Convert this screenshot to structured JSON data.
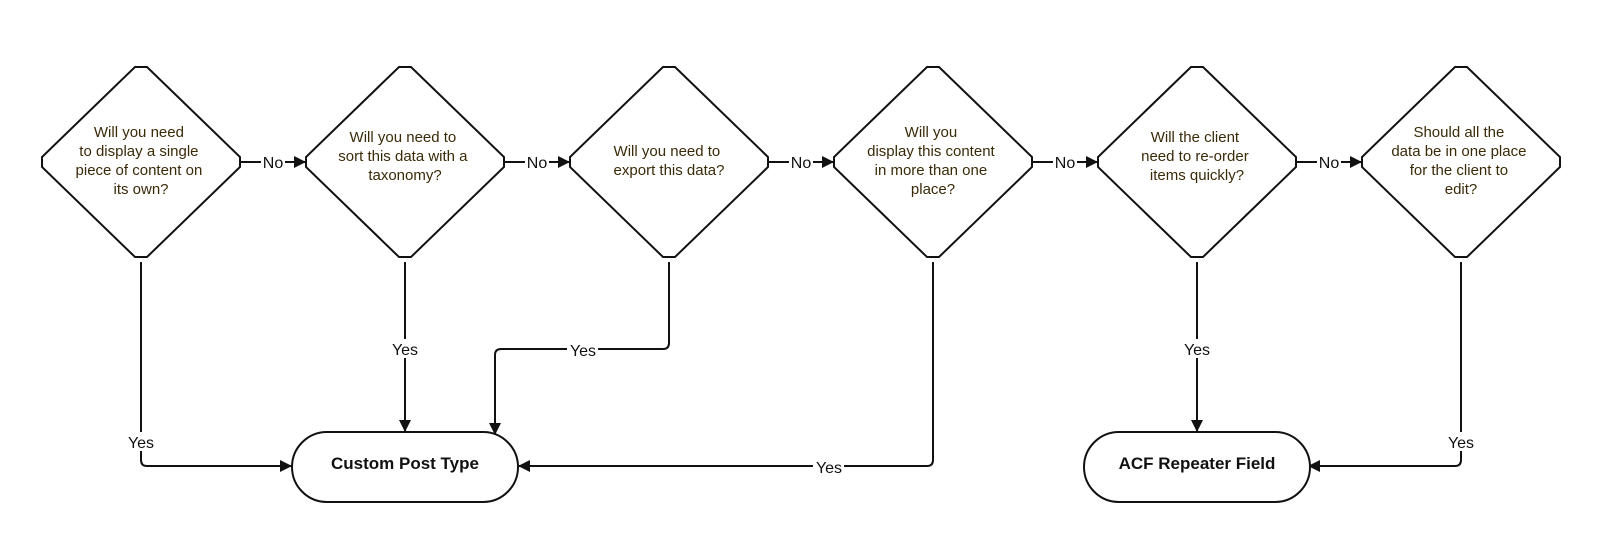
{
  "questions": [
    {
      "lines": [
        "Will you need",
        "to display a single",
        "piece of content on",
        "its own?"
      ]
    },
    {
      "lines": [
        "Will you need to",
        "sort this data with a",
        "taxonomy?"
      ]
    },
    {
      "lines": [
        "Will you need to",
        "export this data?"
      ]
    },
    {
      "lines": [
        "Will you",
        "display this content",
        "in more than one",
        "place?"
      ]
    },
    {
      "lines": [
        "Will the client",
        "need to re-order",
        "items quickly?"
      ]
    },
    {
      "lines": [
        "Should all the",
        "data be in one place",
        "for the client to",
        "edit?"
      ]
    }
  ],
  "outcomes": {
    "custom_post_type": "Custom Post Type",
    "acf_repeater_field": "ACF Repeater Field"
  },
  "edges": {
    "no": "No",
    "yes": "Yes"
  }
}
